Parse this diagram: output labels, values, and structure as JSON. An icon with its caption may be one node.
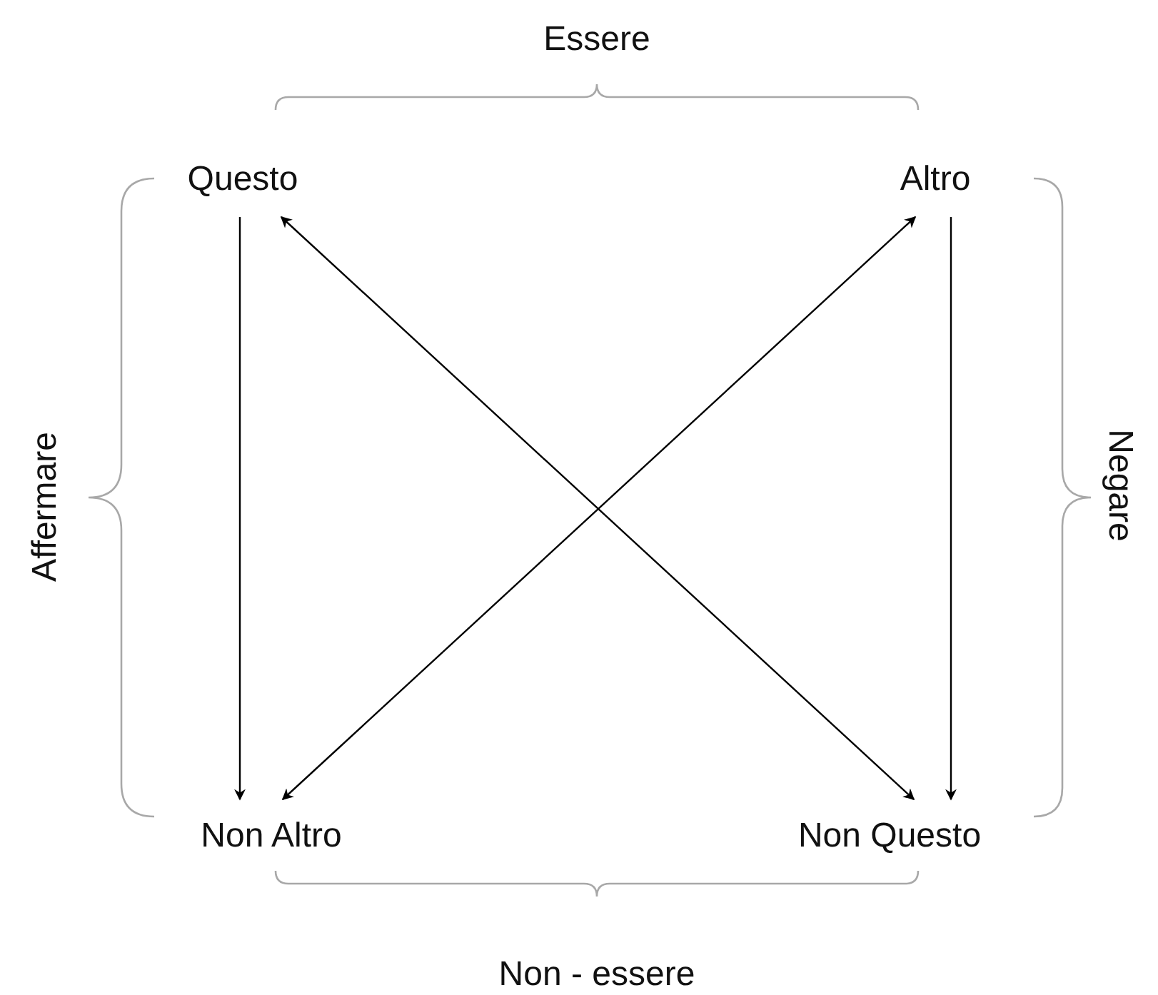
{
  "diagram": {
    "nodes": [
      {
        "text": [
          "Questo"
        ]
      },
      {
        "text": [
          "Altro"
        ]
      },
      {
        "text": [
          "Non Altro"
        ]
      },
      {
        "text": [
          "Non Questo"
        ]
      }
    ],
    "edges": [
      {
        "from": 0,
        "to": 2,
        "arrow": "to"
      },
      {
        "from": 0,
        "to": 3,
        "arrow": "both"
      },
      {
        "from": 1,
        "to": 2,
        "arrow": "both"
      },
      {
        "from": 1,
        "to": 3,
        "arrow": "to"
      }
    ],
    "labels": [
      "Essere",
      "Affermare",
      "Negare",
      "Non - essere"
    ]
  }
}
